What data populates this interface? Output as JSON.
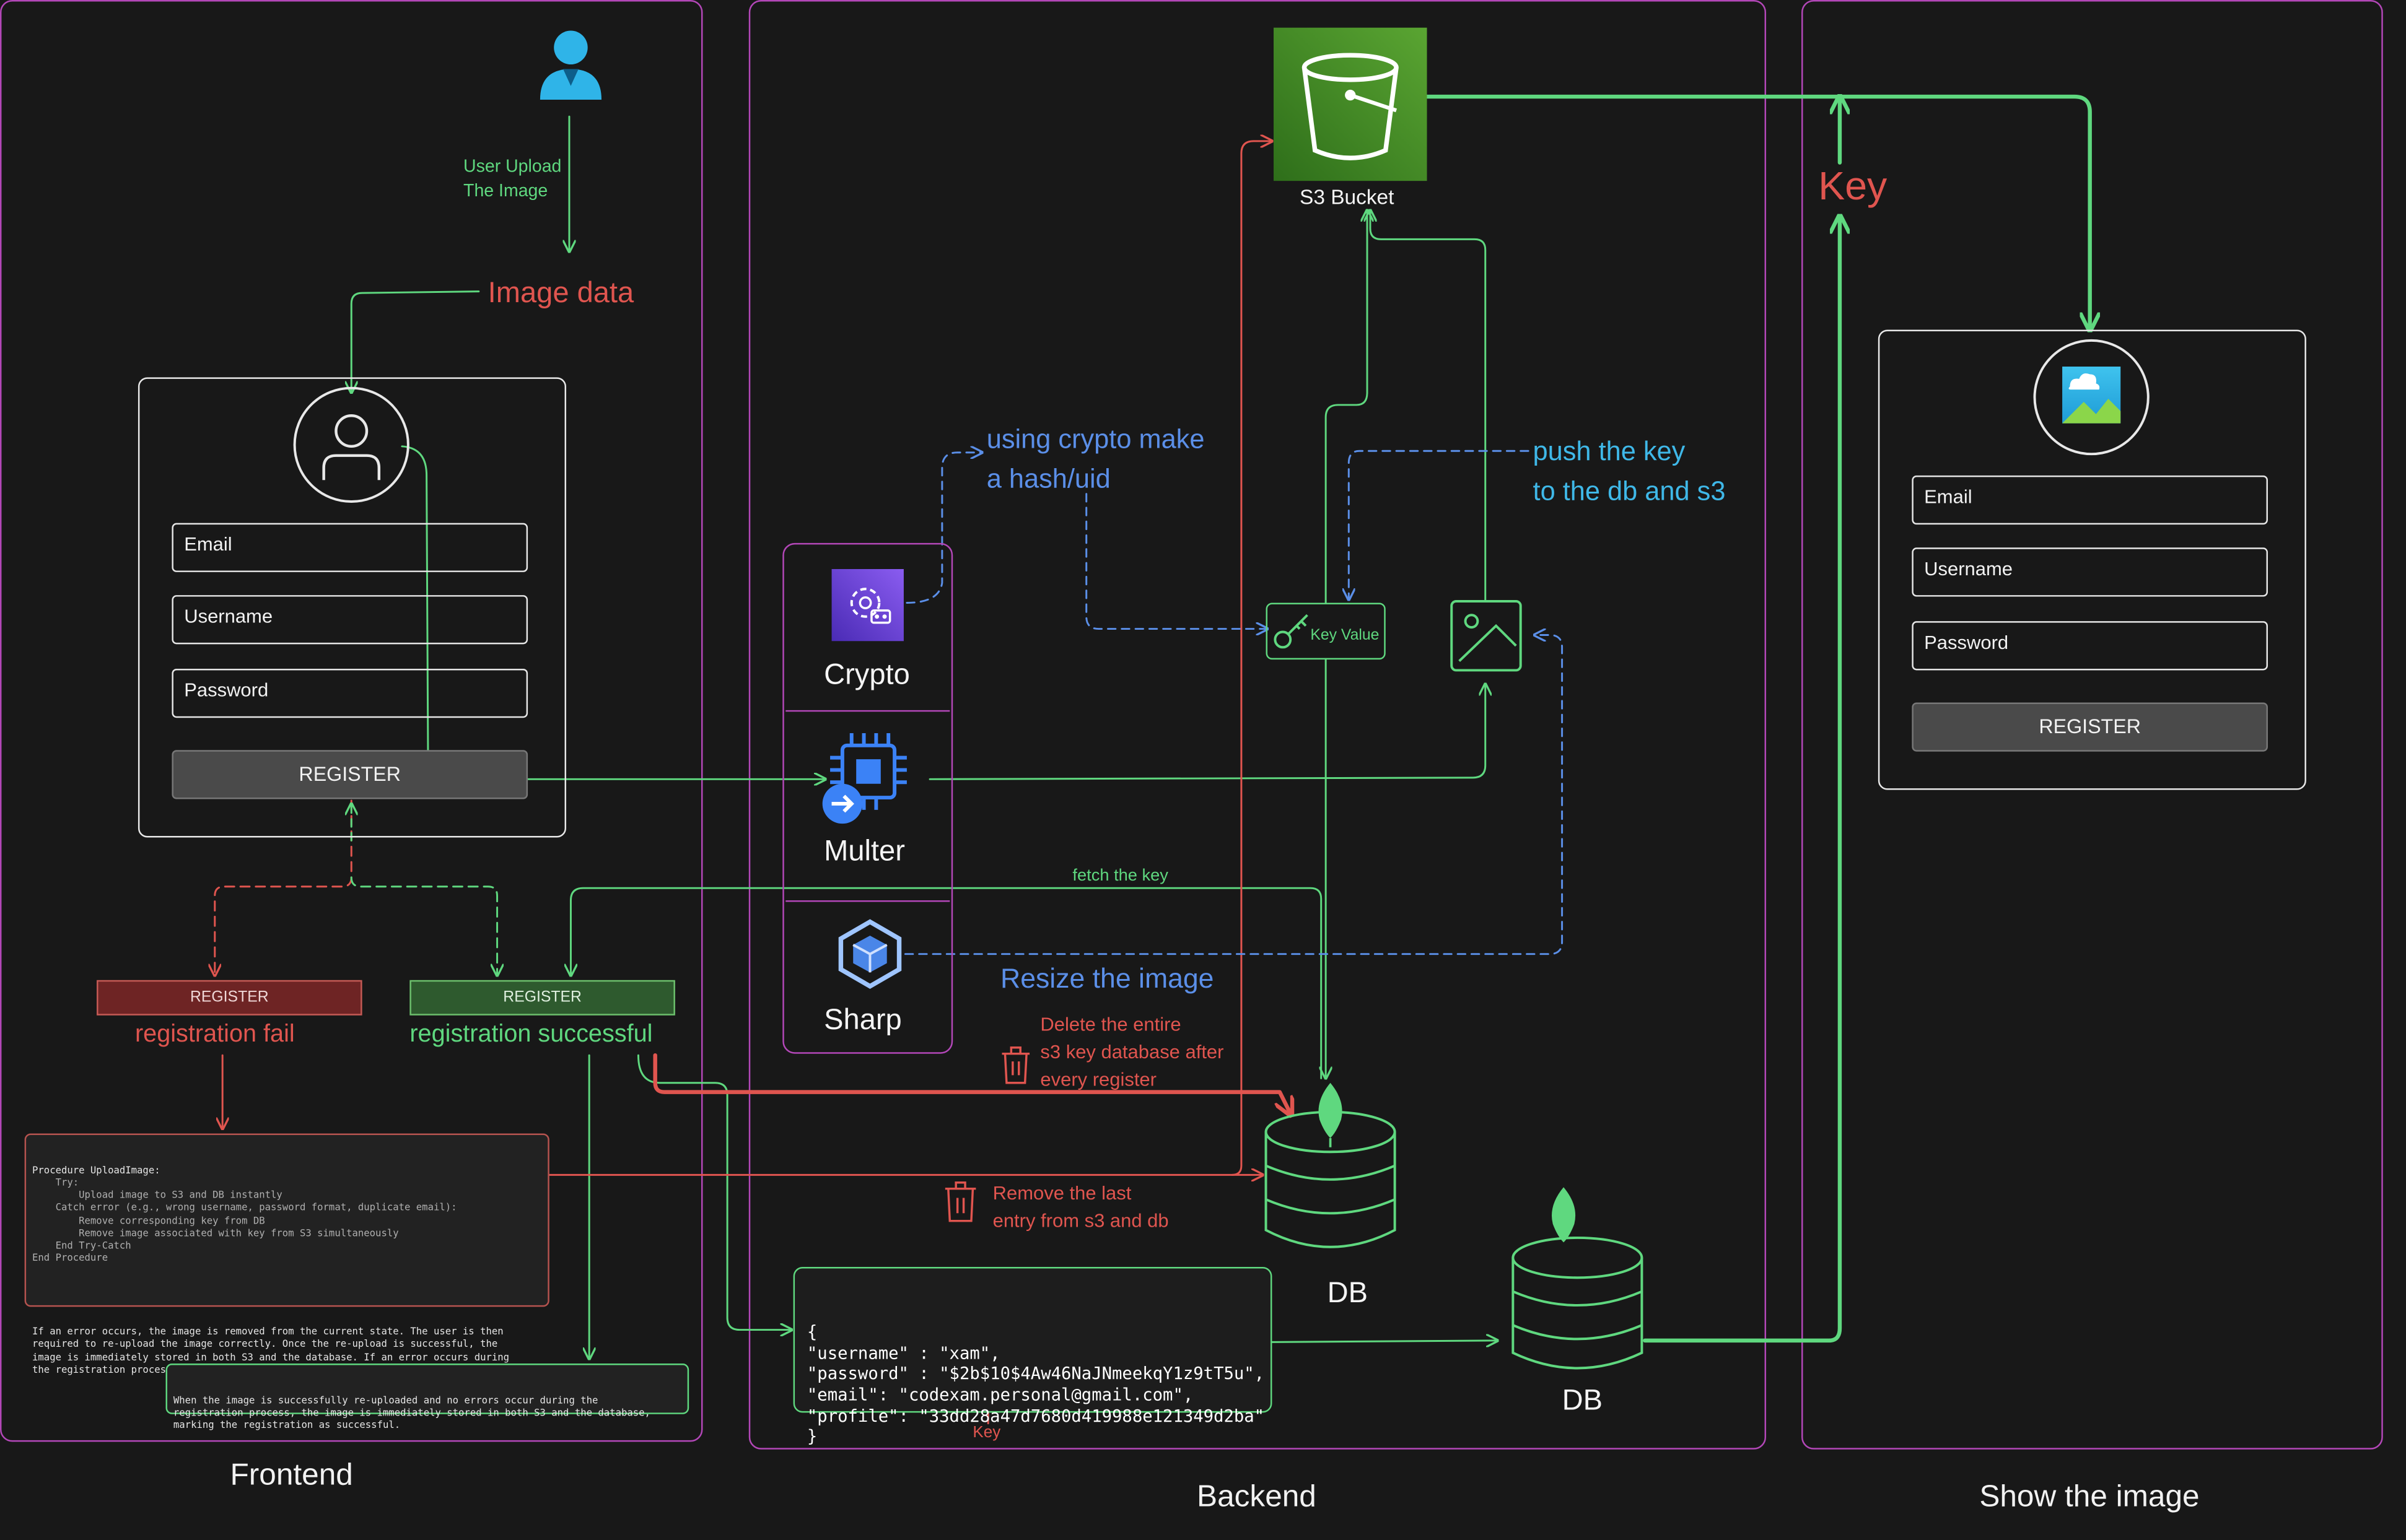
{
  "sections": {
    "frontend": "Frontend",
    "backend": "Backend",
    "show_image": "Show the image"
  },
  "frontend": {
    "user_upload": [
      "User Upload",
      "The Image"
    ],
    "image_data": "Image data",
    "form": {
      "email": "Email",
      "username": "Username",
      "password": "Password",
      "register": "REGISTER"
    },
    "fail_button": "REGISTER",
    "fail_label": "registration fail",
    "success_button": "REGISTER",
    "success_label": "registration successful",
    "procedure_lines": [
      "Procedure UploadImage:",
      "    Try:",
      "        Upload image to S3 and DB instantly",
      "    Catch error (e.g., wrong username, password format, duplicate email):",
      "        Remove corresponding key from DB",
      "        Remove image associated with key from S3 simultaneously",
      "    End Try-Catch",
      "End Procedure"
    ],
    "procedure_note_lines": [
      "If an error occurs, the image is removed from the current state. The user is then",
      "required to re-upload the image correctly. Once the re-upload is successful, the",
      "image is immediately stored in both S3 and the database. If an error occurs during",
      "the registration process, this process is repeated."
    ],
    "success_note_lines": [
      "When the image is successfully re-uploaded and no errors occur during the",
      "registration process, the image is immediately stored in both S3 and the database,",
      "marking the registration as successful."
    ]
  },
  "backend": {
    "crypto": "Crypto",
    "multer": "Multer",
    "sharp": "Sharp",
    "crypto_note": [
      "using crypto make",
      "a hash/uid"
    ],
    "push_note": [
      "push the key",
      "to the db and s3"
    ],
    "resize_note": "Resize the image",
    "fetch_key": "fetch the key",
    "key_value": "Key Value",
    "s3_bucket": "S3 Bucket",
    "delete_note": [
      "Delete the entire",
      "s3 key database after",
      "every register"
    ],
    "remove_note": [
      "Remove the last",
      "entry from s3 and db"
    ],
    "db_label": "DB",
    "db2_label": "DB",
    "json_lines": [
      "{",
      "\"username\" : \"xam\",",
      "\"password\" : \"$2b$10$4Aw46NaJNmeekqY1z9tT5u\",",
      "\"email\": \"codexam.personal@gmail.com\",",
      "\"profile\": \"33dd28a47d7680d419988e121349d2ba\"",
      "}"
    ],
    "json_key_label": "Key"
  },
  "show": {
    "key_label": "Key",
    "form": {
      "email": "Email",
      "username": "Username",
      "password": "Password",
      "register": "REGISTER"
    }
  },
  "colors": {
    "background": "#181818",
    "panel_border": "#b347b8",
    "green": "#5fd87f",
    "red": "#e0554f",
    "blue": "#5b8fe8",
    "cyan": "#3fb8e8",
    "s3_green": "#3f8c24",
    "crypto_purple": "#6a3fd6",
    "multer_blue": "#3b82f6"
  },
  "icons": [
    "user-icon",
    "avatar-icon",
    "s3-bucket-icon",
    "crypto-icon",
    "multer-chip-icon",
    "sharp-icon",
    "key-icon",
    "image-icon",
    "database-icon",
    "mongodb-leaf-icon",
    "trash-icon",
    "picture-icon"
  ]
}
